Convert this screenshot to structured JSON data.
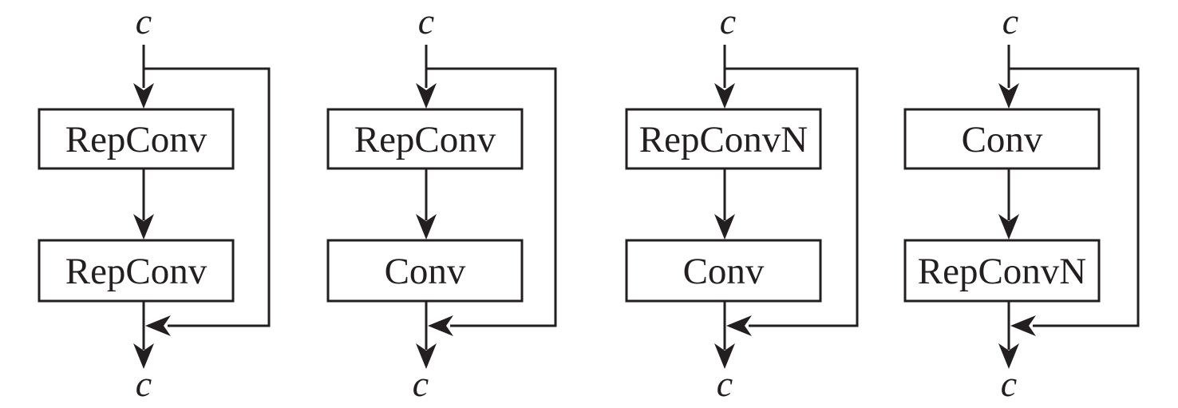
{
  "blocks": [
    {
      "input_label": "c",
      "top_label": "RepConv",
      "bottom_label": "RepConv",
      "output_label": "c"
    },
    {
      "input_label": "c",
      "top_label": "RepConv",
      "bottom_label": "Conv",
      "output_label": "c"
    },
    {
      "input_label": "c",
      "top_label": "RepConvN",
      "bottom_label": "Conv",
      "output_label": "c"
    },
    {
      "input_label": "c",
      "top_label": "Conv",
      "bottom_label": "RepConvN",
      "output_label": "c"
    }
  ],
  "colors": {
    "stroke": "#231f20",
    "fill": "#ffffff"
  }
}
